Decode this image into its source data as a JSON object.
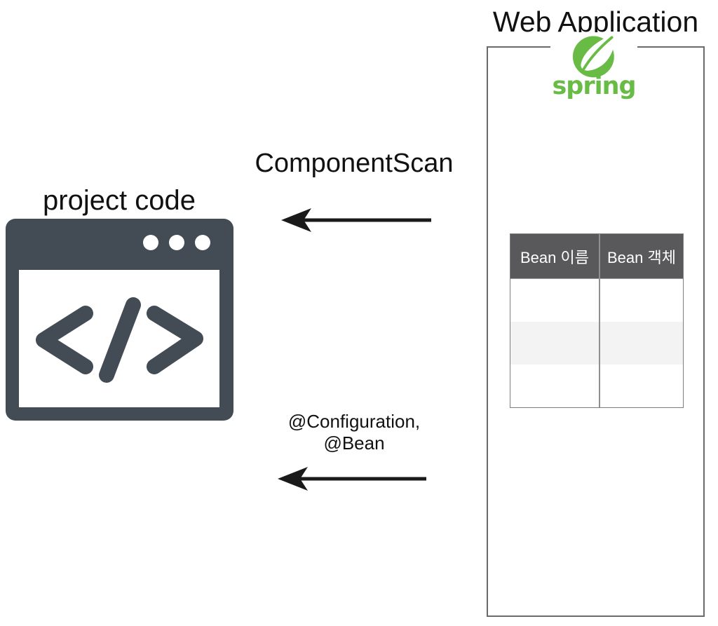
{
  "colors": {
    "spring_green": "#68BC45",
    "icon_slate": "#434B55",
    "table_header_bg": "#59595B",
    "table_alt_row": "#F3F3F3",
    "box_border": "#6A6A6A",
    "arrow_black": "#1A1A1A"
  },
  "web_application": {
    "title": "Web Application",
    "logo": {
      "icon": "spring-leaf-icon",
      "wordmark": "spring"
    },
    "bean_table": {
      "columns": [
        "Bean 이름",
        "Bean 객체"
      ],
      "rows": [
        [
          "",
          ""
        ],
        [
          "",
          ""
        ],
        [
          "",
          ""
        ]
      ]
    }
  },
  "project_code": {
    "label": "project code",
    "icon": "code-window-icon"
  },
  "arrows": [
    {
      "label": "ComponentScan",
      "direction": "left"
    },
    {
      "label_line1": "@Configuration,",
      "label_line2": "@Bean",
      "direction": "left"
    }
  ]
}
